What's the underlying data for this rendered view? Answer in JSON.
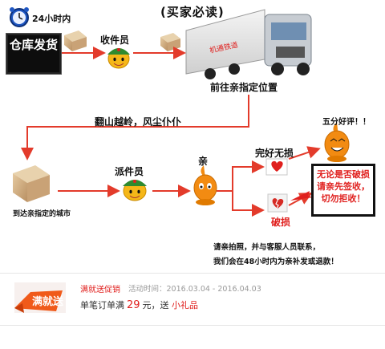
{
  "header": {
    "title": "(买家必读)",
    "delivery_time": "24小时内"
  },
  "flow": {
    "warehouse_label": "仓库发货",
    "courier_label": "收件员",
    "truck_text": "机通铁道",
    "truck_caption": "前往亲指定位置",
    "journey_caption": "翻山越岭，风尘仆仆",
    "arrive_caption": "到达亲指定的城市",
    "delivery_label": "派件员",
    "customer_label": "亲",
    "intact_label": "完好无损",
    "review_label": "五分好评！！",
    "damaged_label": "破损",
    "warning_text": "无论是否破损请亲先签收，切勿拒收！",
    "note_line1": "请亲拍照，并与客服人员联系，",
    "note_line2": "我们会在48小时内为亲补发或退款！"
  },
  "promo": {
    "badge_label": "满就送",
    "title": "满就送促销",
    "date_label": "活动时间：",
    "date_range": "2016.03.04 - 2016.04.03",
    "desc_prefix": "单笔订单满",
    "amount": "29",
    "desc_mid": "元，送",
    "gift": "小礼品"
  },
  "colors": {
    "accent_red": "#e0201e",
    "arrow_red": "#e33b2b",
    "mascot_orange": "#f28b12"
  }
}
